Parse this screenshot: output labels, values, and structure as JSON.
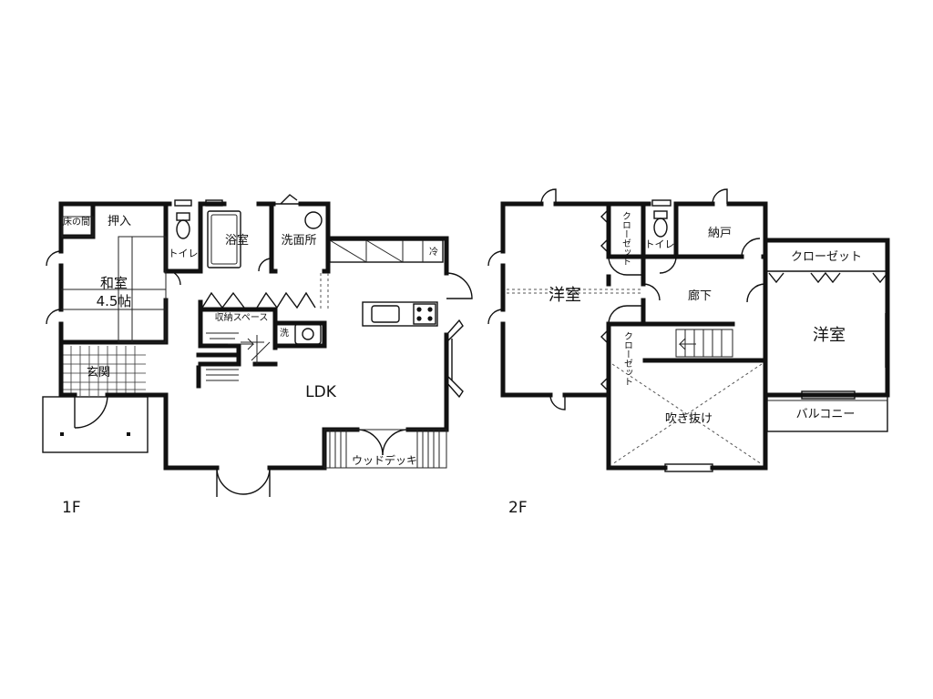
{
  "floors": [
    {
      "label": "1F",
      "rooms": {
        "tokonoma": "床の間",
        "oshiire": "押入",
        "washitsu": "和室",
        "washitsu_size": "4.5帖",
        "toilet": "トイレ",
        "bath": "浴室",
        "senmenjo": "洗面所",
        "genkan": "玄関",
        "storage": "収納スペース",
        "washer": "洗",
        "fridge": "冷",
        "ldk": "LDK",
        "deck": "ウッドデッキ"
      }
    },
    {
      "label": "2F",
      "rooms": {
        "youshitsu_left": "洋室",
        "closet_small_top": "クローゼット",
        "closet_small_bottom": "クローゼット",
        "toilet": "トイレ",
        "nando": "納戸",
        "closet_right": "クローゼット",
        "hallway": "廊下",
        "youshitsu_right": "洋室",
        "fukinuke": "吹き抜け",
        "balcony": "バルコニー"
      }
    }
  ]
}
